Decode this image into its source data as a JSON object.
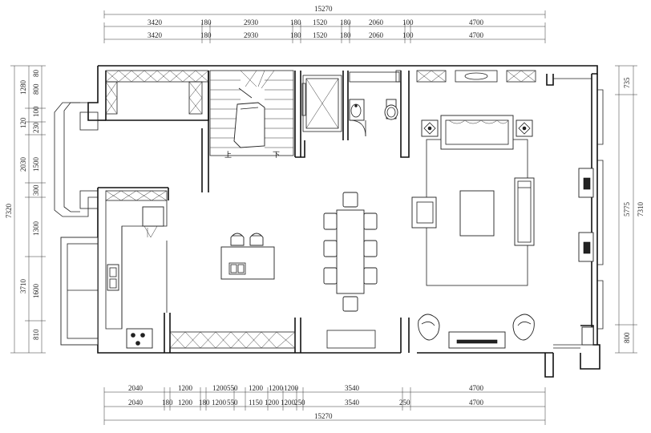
{
  "dimensions": {
    "top_total": "15270",
    "top_row1": [
      "3420",
      "180",
      "2930",
      "180",
      "1520",
      "180",
      "2060",
      "100",
      "4700"
    ],
    "top_row2": [
      "3420",
      "180",
      "2930",
      "180",
      "1520",
      "180",
      "2060",
      "100",
      "4700"
    ],
    "bottom_row1": [
      "2040",
      "1200",
      "1200",
      "550",
      "1200",
      "1200",
      "1200",
      "3540",
      "4700"
    ],
    "bottom_row2": [
      "2040",
      "180",
      "1200",
      "180",
      "1200",
      "550",
      "1150",
      "1200",
      "1200",
      "250",
      "3540",
      "250",
      "4700"
    ],
    "bottom_total": "15270",
    "left_total": "7320",
    "left_parts": [
      "1280",
      "800",
      "80",
      "120",
      "230",
      "100",
      "2030",
      "1500",
      "300",
      "1300",
      "3710",
      "1600",
      "810"
    ],
    "right_total": "7310",
    "right_parts": [
      "735",
      "5775",
      "800"
    ]
  },
  "stair_labels": {
    "up": "上",
    "down": "下"
  }
}
